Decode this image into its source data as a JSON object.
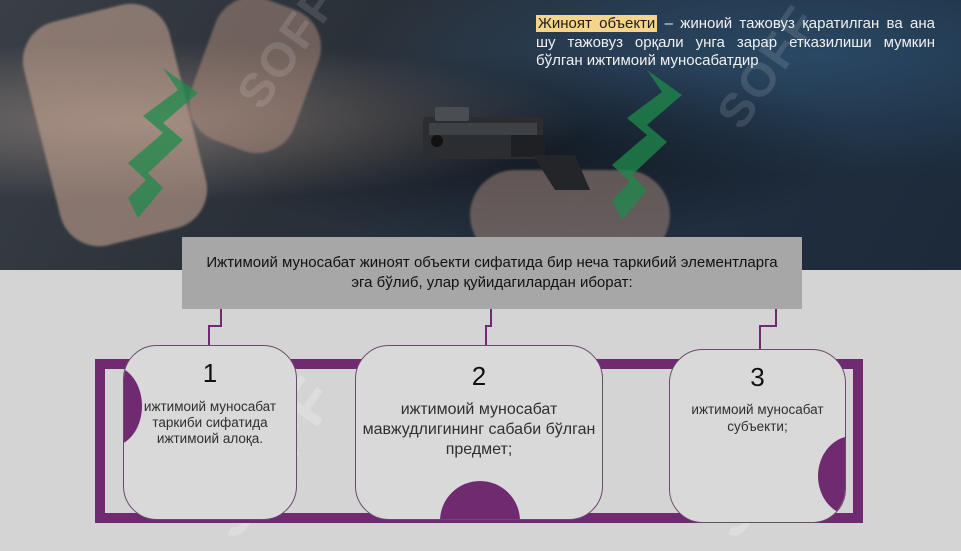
{
  "hero": {
    "highlight": "Жиноят объекти",
    "text": " – жиноий тажовуз қаратилган ва ана шу тажовуз орқали унга зарар етказилиши мумкин бўлган ижтимоий муносабатдир"
  },
  "banner": {
    "text": "Ижтимоий муносабат жиноят объекти сифатида бир неча таркибий элементларга эга бўлиб, улар қуйидагилардан иборат:"
  },
  "items": [
    {
      "number": "1",
      "text": "ижтимоий муносабат таркиби сифатида ижтимоий алоқа."
    },
    {
      "number": "2",
      "text": "ижтимоий муносабат мавжудлигининг сабаби бўлган предмет;"
    },
    {
      "number": "3",
      "text": "ижтимоий муносабат субъекти;"
    }
  ],
  "watermark": "SOFF",
  "colors": {
    "accent": "#6f2a70",
    "highlight": "#f6d58a",
    "banner": "#a7a7a7",
    "card": "#d9d9d9"
  }
}
